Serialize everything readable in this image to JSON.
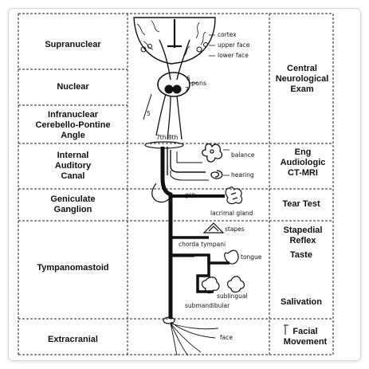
{
  "rows": [
    {
      "left": "Supranuclear"
    },
    {
      "left": "Nuclear"
    },
    {
      "left": "Infranuclear Cerebello-Pontine Angle"
    },
    {
      "left": "Internal Auditory Canal"
    },
    {
      "left": "Geniculate Ganglion"
    },
    {
      "left": "Tympanomastoid"
    },
    {
      "left": "Extracranial"
    }
  ],
  "right": {
    "central": "Central Neurological Exam",
    "eng": "Eng Audiologic CT-MRI",
    "tear": "Tear Test",
    "stapedial": "Stapedial Reflex",
    "taste": "Taste",
    "salivation": "Salivation",
    "facial": "Facial Movement"
  },
  "diagram": {
    "cortex": "cortex",
    "upper_face": "upper face",
    "lower_face": "lower face",
    "pons": "pons",
    "num_6": "6",
    "num_7": "7",
    "num_5": "5",
    "seventh_eighth": "7th 8th",
    "balance": "balance",
    "hearing": "hearing",
    "gsp": "gsp",
    "lacrimal": "lacrimal gland",
    "stapes": "stapes",
    "chorda": "chorda tympani",
    "tongue": "tongue",
    "sublingual": "sublingual",
    "submandibular": "submandibular",
    "face": "face"
  }
}
